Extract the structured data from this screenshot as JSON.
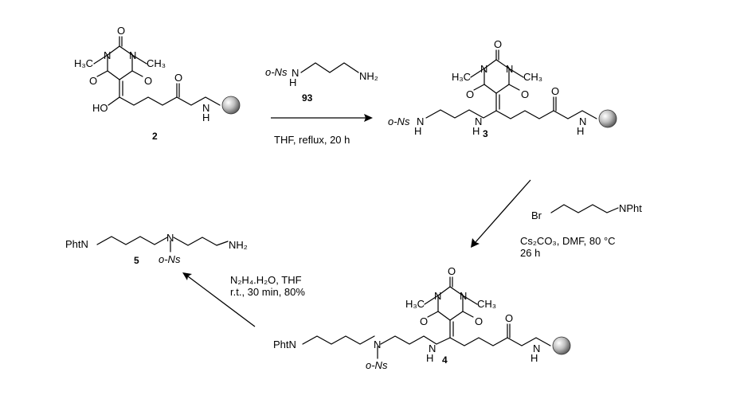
{
  "atoms": {
    "H3C": "H₃C",
    "CH3": "CH₃",
    "N": "N",
    "O": "O",
    "HO": "HO",
    "H": "H",
    "oNs": "o-Ns",
    "NH2": "NH₂",
    "Br": "Br",
    "NPht": "NPht",
    "PhtN": "PhtN"
  },
  "compounds": {
    "c2": "2",
    "c3": "3",
    "c4": "4",
    "c5": "5",
    "c93": "93"
  },
  "conditions": {
    "step1": "THF, reflux, 20 h",
    "step2_line1": "Cs₂CO₃, DMF, 80 °C",
    "step2_line2": "26 h",
    "step3_line1": "N₂H₄.H₂O, THF",
    "step3_line2": "r.t., 30 min, 80%"
  },
  "colors": {
    "bead_light": "#ffffff",
    "bead_dark": "#555555"
  }
}
